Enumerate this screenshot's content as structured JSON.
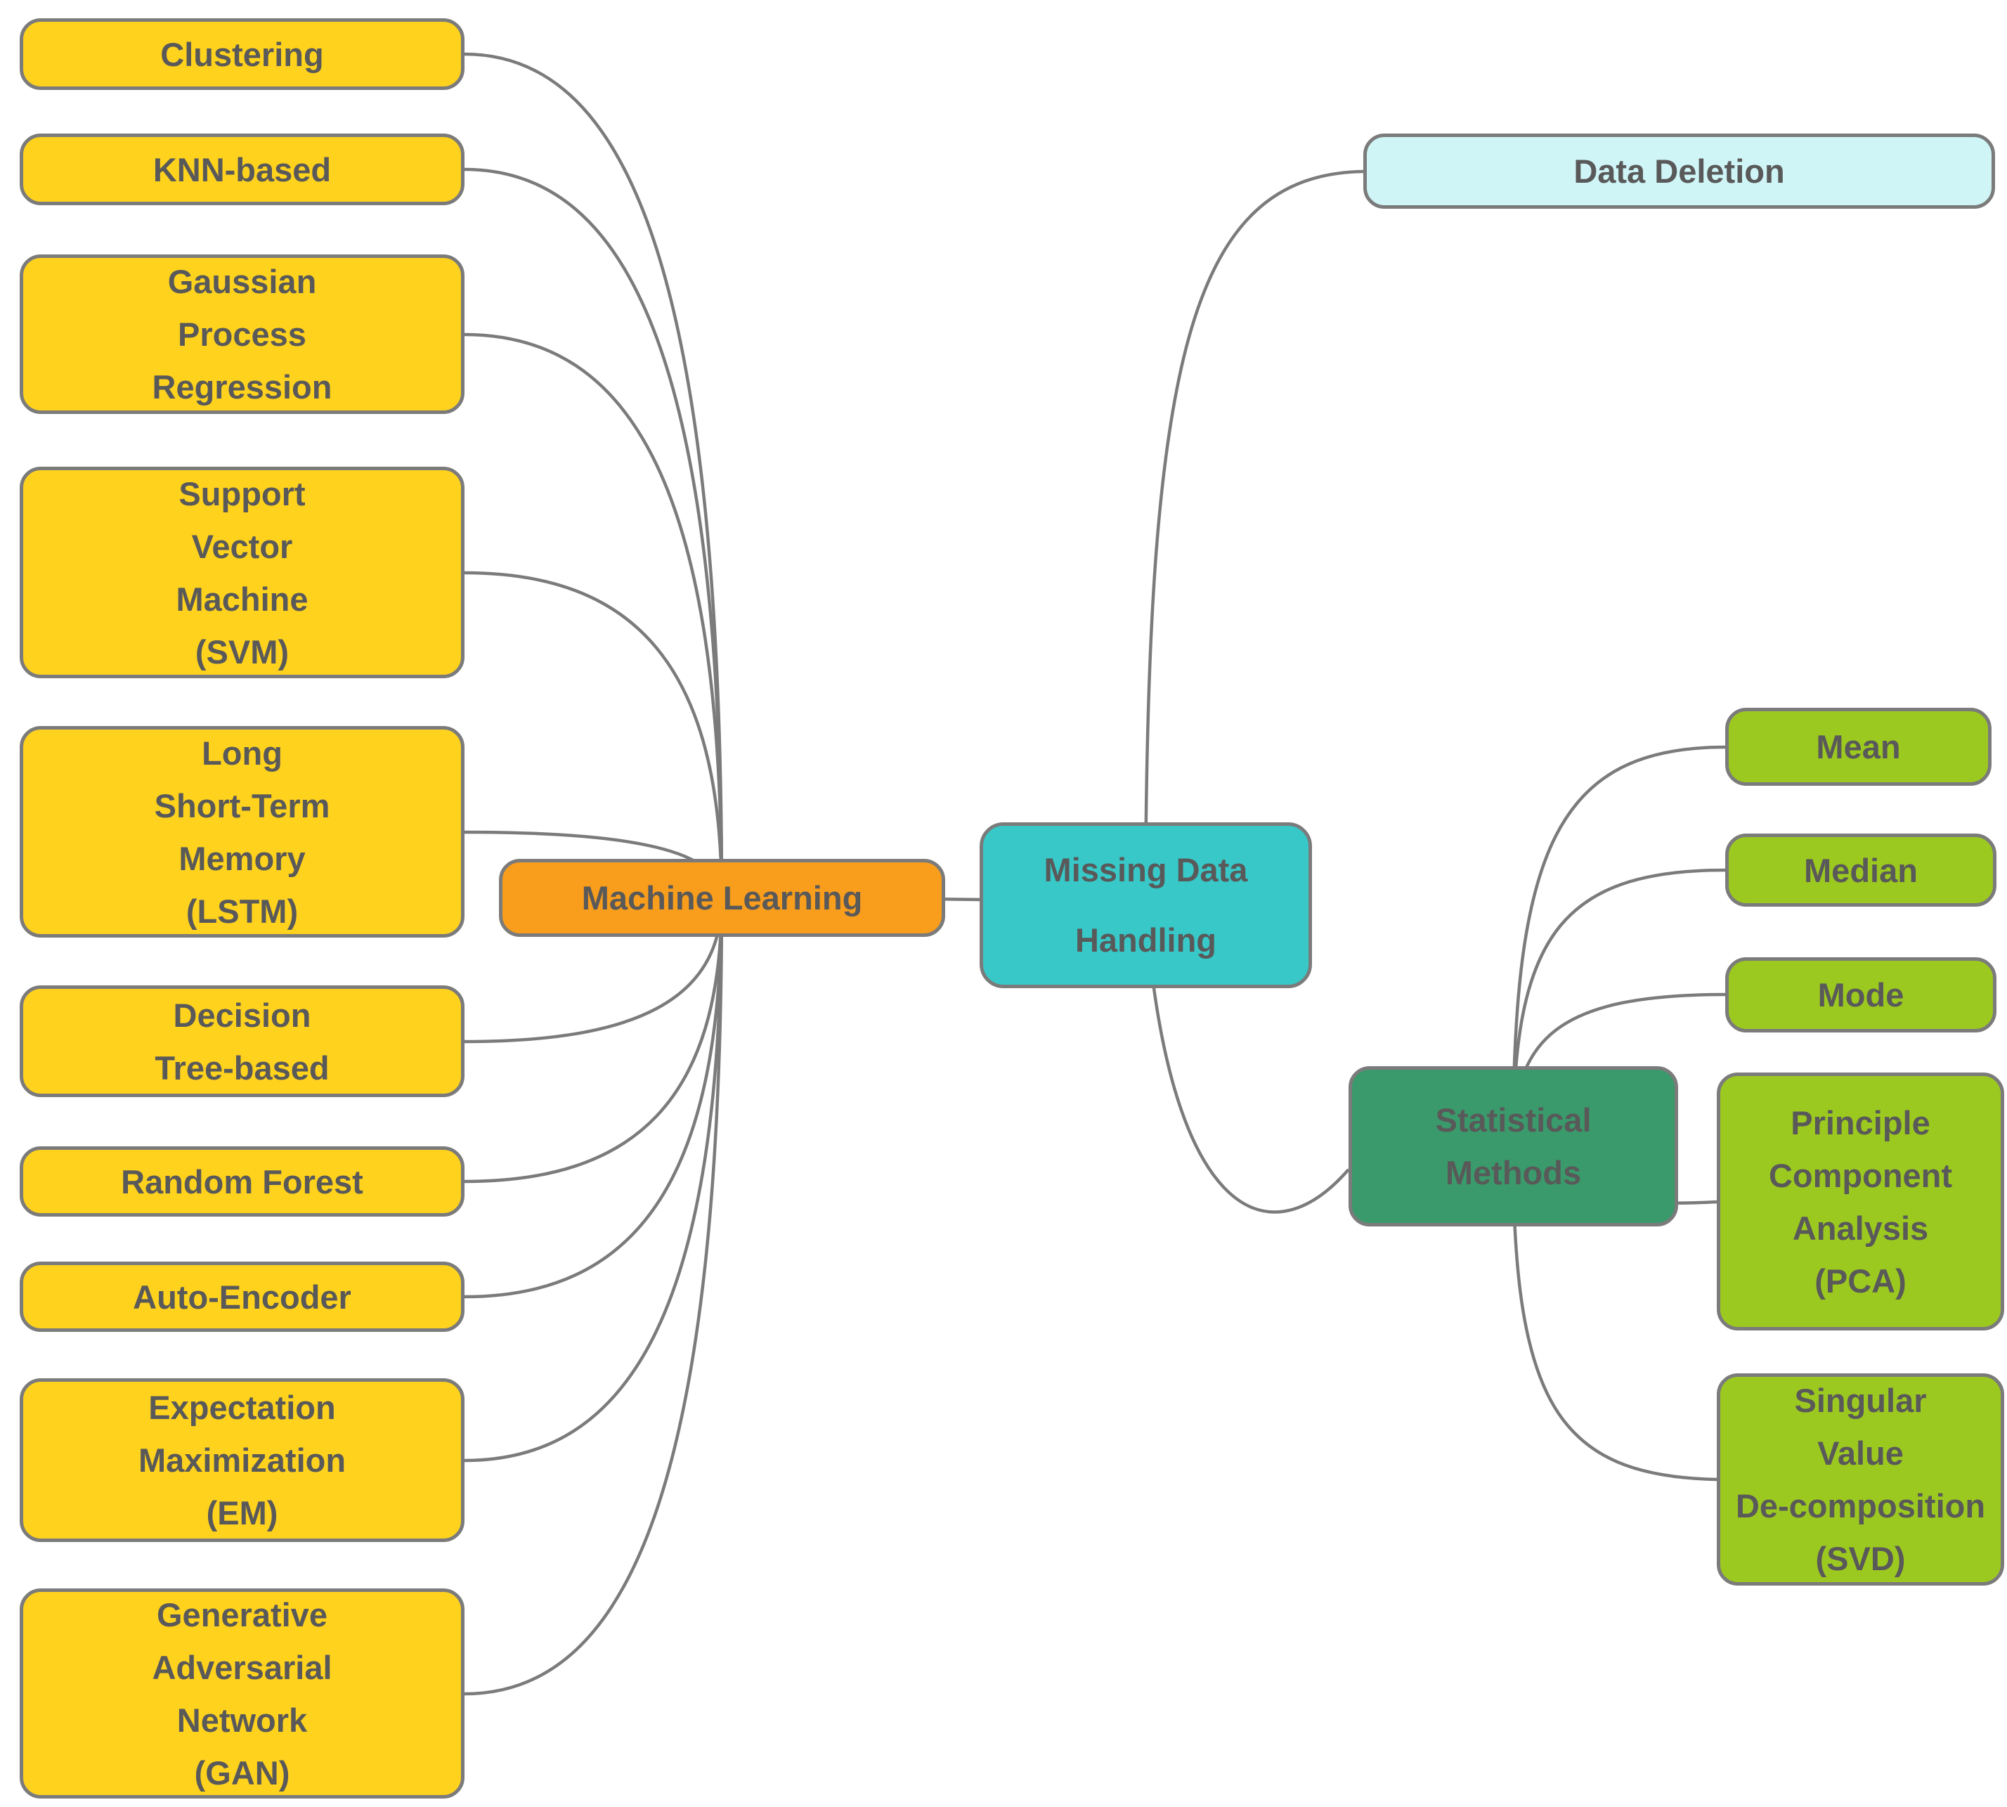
{
  "palette": {
    "yellow": "#FFD21E",
    "orange": "#F99D1C",
    "teal": "#38C8C8",
    "pale_cyan": "#CFF5F6",
    "sea_green": "#3A9A6B",
    "lime": "#9CC920",
    "border_gray": "#7B7B7B",
    "text_gray": "#595959",
    "edge_gray": "#7B7B7B",
    "background": "#FFFFFF"
  },
  "mindmap": {
    "root": {
      "label": "Missing Data\nHandling"
    },
    "machine_learning": {
      "label": "Machine Learning",
      "children": [
        {
          "label": "Clustering"
        },
        {
          "label": "KNN-based"
        },
        {
          "label": "Gaussian\nProcess\nRegression"
        },
        {
          "label": "Support\nVector\nMachine\n(SVM)"
        },
        {
          "label": "Long\nShort-Term\nMemory\n(LSTM)"
        },
        {
          "label": "Decision\nTree-based"
        },
        {
          "label": "Random Forest"
        },
        {
          "label": "Auto-Encoder"
        },
        {
          "label": "Expectation\nMaximization\n(EM)"
        },
        {
          "label": "Generative\nAdversarial\nNetwork\n(GAN)"
        }
      ]
    },
    "data_deletion": {
      "label": "Data Deletion"
    },
    "statistical_methods": {
      "label": "Statistical\nMethods",
      "children": [
        {
          "label": "Mean"
        },
        {
          "label": "Median"
        },
        {
          "label": "Mode"
        },
        {
          "label": "Principle\nComponent\nAnalysis\n(PCA)"
        },
        {
          "label": "Singular\nValue\nDe-composition\n(SVD)"
        }
      ]
    }
  }
}
